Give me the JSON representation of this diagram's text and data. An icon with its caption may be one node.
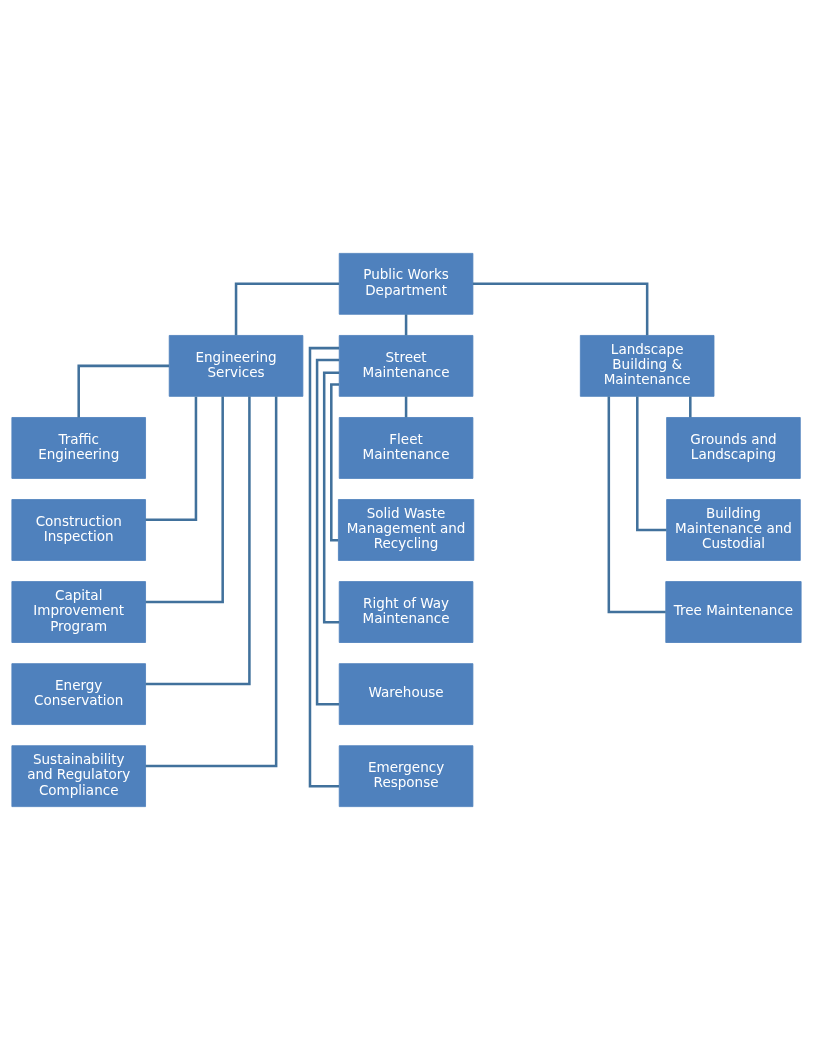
{
  "diagram": {
    "nodes": [
      {
        "text": [
          "Public Works Department"
        ]
      },
      {
        "text": [
          "Engineering Services"
        ]
      },
      {
        "text": [
          "Street Maintenance"
        ]
      },
      {
        "text": [
          "Landscape Building & Maintenance"
        ]
      },
      {
        "text": [
          "Traffic Engineering"
        ]
      },
      {
        "text": [
          "Construction Inspection"
        ]
      },
      {
        "text": [
          "Capital Improvement Program"
        ]
      },
      {
        "text": [
          "Energy Conservation"
        ]
      },
      {
        "text": [
          "Sustainability and Regulatory Compliance"
        ]
      },
      {
        "text": [
          "Fleet Maintenance"
        ]
      },
      {
        "text": [
          "Solid Waste Management and Recycling"
        ]
      },
      {
        "text": [
          "Right of Way Maintenance"
        ]
      },
      {
        "text": [
          "Warehouse"
        ]
      },
      {
        "text": [
          "Emergency Response"
        ]
      },
      {
        "text": [
          "Grounds and Landscaping"
        ]
      },
      {
        "text": [
          "Building Maintenance and Custodial"
        ]
      },
      {
        "text": [
          "Tree Maintenance"
        ]
      }
    ],
    "edges": [
      {
        "from": 0,
        "to": 1,
        "arrow": "none"
      },
      {
        "from": 0,
        "to": 2,
        "arrow": "none"
      },
      {
        "from": 0,
        "to": 3,
        "arrow": "none"
      },
      {
        "from": 1,
        "to": 4,
        "arrow": "none"
      },
      {
        "from": 1,
        "to": 5,
        "arrow": "none"
      },
      {
        "from": 1,
        "to": 6,
        "arrow": "none"
      },
      {
        "from": 1,
        "to": 7,
        "arrow": "none"
      },
      {
        "from": 1,
        "to": 8,
        "arrow": "none"
      },
      {
        "from": 2,
        "to": 9,
        "arrow": "none"
      },
      {
        "from": 2,
        "to": 10,
        "arrow": "none"
      },
      {
        "from": 2,
        "to": 11,
        "arrow": "none"
      },
      {
        "from": 2,
        "to": 12,
        "arrow": "none"
      },
      {
        "from": 2,
        "to": 13,
        "arrow": "none"
      },
      {
        "from": 3,
        "to": 14,
        "arrow": "none"
      },
      {
        "from": 3,
        "to": 15,
        "arrow": "none"
      },
      {
        "from": 3,
        "to": 16,
        "arrow": "none"
      }
    ]
  }
}
